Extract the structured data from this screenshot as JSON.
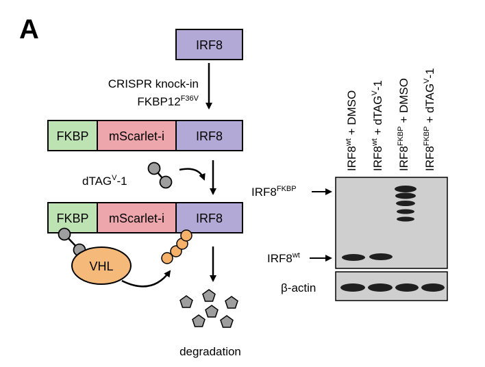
{
  "panel_label": "A",
  "diagram": {
    "top_box": "IRF8",
    "step1": {
      "line1": "CRISPR knock-in",
      "line2_base": "FKBP12",
      "line2_sup": "F36V"
    },
    "fusion_row1": [
      "FKBP",
      "mScarlet-i",
      "IRF8"
    ],
    "degrader": {
      "base": "dTAG",
      "sup": "V",
      "suffix": "-1"
    },
    "fusion_row2": [
      "FKBP",
      "mScarlet-i",
      "IRF8"
    ],
    "e3_ligase": "VHL",
    "result_label": "degradation"
  },
  "blot": {
    "lanes": [
      {
        "base": "IRF8",
        "sup": "wt",
        "mid": " + DMSO",
        "sup2": "",
        "end": ""
      },
      {
        "base": "IRF8",
        "sup": "wt",
        "mid": " + dTAG",
        "sup2": "V",
        "end": "-1"
      },
      {
        "base": "IRF8",
        "sup": "FKBP",
        "mid": " + DMSO",
        "sup2": "",
        "end": ""
      },
      {
        "base": "IRF8",
        "sup": "FKBP",
        "mid": " + dTAG",
        "sup2": "V",
        "end": "-1"
      }
    ],
    "band_labels": [
      {
        "base": "IRF8",
        "sup": "FKBP"
      },
      {
        "base": "IRF8",
        "sup": "wt"
      }
    ],
    "loading_control": "β-actin"
  },
  "colors": {
    "irf8_box": "#B3A9D6",
    "fkbp_box": "#BEE3B2",
    "mscarlet_box": "#ECA6AC",
    "vhl": "#F5B97A",
    "ligand_ball": "#9E9E9E",
    "ub_ball": "#F5B06A",
    "fragment": "#9E9E9E"
  }
}
